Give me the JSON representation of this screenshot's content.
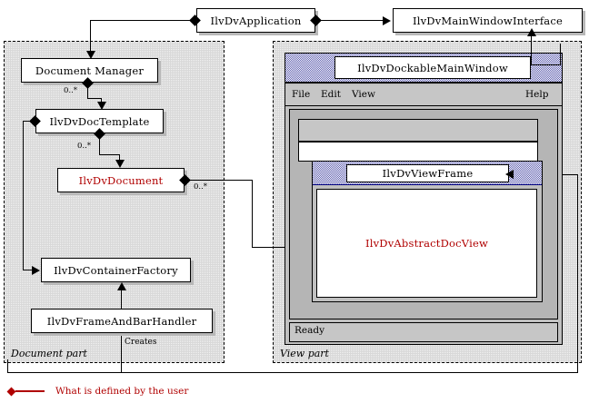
{
  "diagram": {
    "title_classes": {
      "application": "IlvDvApplication",
      "main_window_interface": "IlvDvMainWindowInterface"
    },
    "document_part": {
      "panel_label": "Document part",
      "classes": {
        "document_manager": "Document Manager",
        "doc_template": "IlvDvDocTemplate",
        "document": "IlvDvDocument",
        "container_factory": "IlvDvContainerFactory",
        "frame_and_bar_handler": "IlvDvFrameAndBarHandler"
      },
      "multiplicities": {
        "manager_to_template": "0..*",
        "template_to_document": "0..*",
        "document_to_view": "0..*"
      },
      "edge_labels": {
        "creates": "Creates"
      }
    },
    "view_part": {
      "panel_label": "View part",
      "classes": {
        "dockable_main_window": "IlvDvDockableMainWindow",
        "view_frame": "IlvDvViewFrame",
        "abstract_doc_view": "IlvDvAbstractDocView"
      },
      "menubar": {
        "file": "File",
        "edit": "Edit",
        "view": "View",
        "help": "Help"
      },
      "statusbar": {
        "text": "Ready"
      }
    },
    "legend": {
      "text": "What is defined by the user"
    },
    "colors": {
      "user_defined": "#b00000",
      "titlebar": "#2a2a96",
      "window_face": "#c0c0c0",
      "panel_fill": "#e9e9e9",
      "line": "#000000"
    }
  }
}
